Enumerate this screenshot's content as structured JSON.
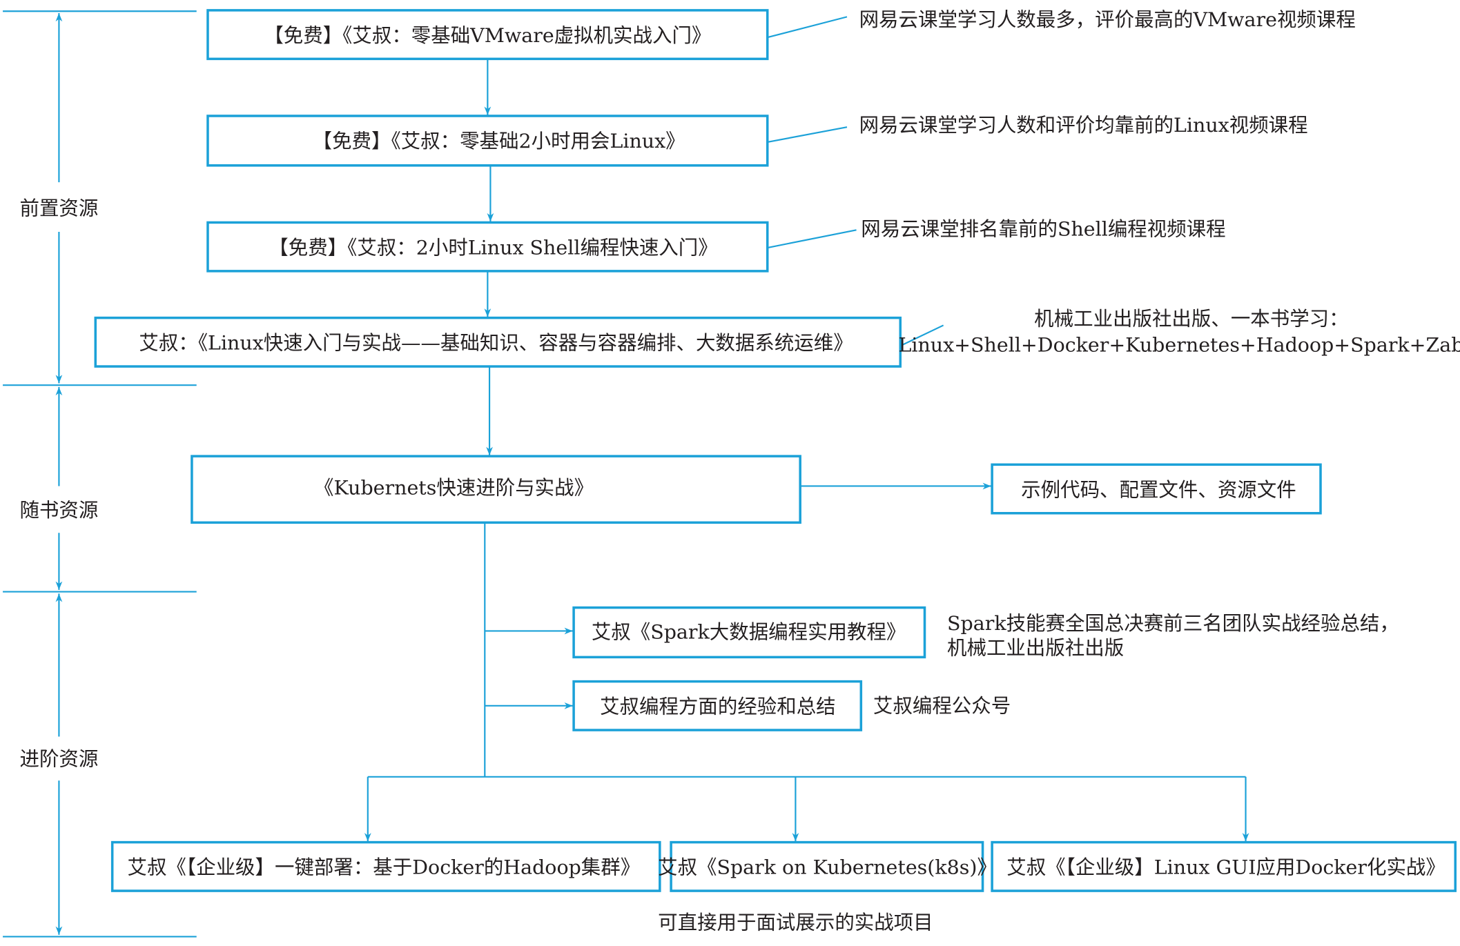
{
  "sections": {
    "pre": "前置资源",
    "book": "随书资源",
    "advanced": "进阶资源"
  },
  "nodes": {
    "vmware": "【免费】《艾叔：零基础VMware虚拟机实战入门》",
    "linux2h": "【免费】《艾叔：零基础2小时用会Linux》",
    "shell": "【免费】《艾叔：2小时Linux Shell编程快速入门》",
    "linux_book": "艾叔：《Linux快速入门与实战——基础知识、容器与容器编排、大数据系统运维》",
    "k8s_book": "《Kubernets快速进阶与实战》",
    "resources": "示例代码、配置文件、资源文件",
    "spark_book": "艾叔《Spark大数据编程实用教程》",
    "experience": "艾叔编程方面的经验和总结",
    "hadoop": "艾叔《【企业级】一键部署：基于Docker的Hadoop集群》",
    "spark_k8s": "艾叔《Spark on Kubernetes(k8s)》",
    "gui_docker": "艾叔《【企业级】Linux GUI应用Docker化实战》"
  },
  "notes": {
    "vmware": "网易云课堂学习人数最多，评价最高的VMware视频课程",
    "linux2h": "网易云课堂学习人数和评价均靠前的Linux视频课程",
    "shell": "网易云课堂排名靠前的Shell编程视频课程",
    "linux_book_1": "机械工业出版社出版、一本书学习：",
    "linux_book_2": "Linux+Shell+Docker+Kubernetes+Hadoop+Spark+Zabbix",
    "spark_book_1": "Spark技能赛全国总决赛前三名团队实战经验总结，",
    "spark_book_2": "机械工业出版社出版",
    "experience": "艾叔编程公众号",
    "projects": "可直接用于面试展示的实战项目"
  },
  "colors": {
    "accent": "#1ba1d8",
    "text": "#231f20"
  }
}
